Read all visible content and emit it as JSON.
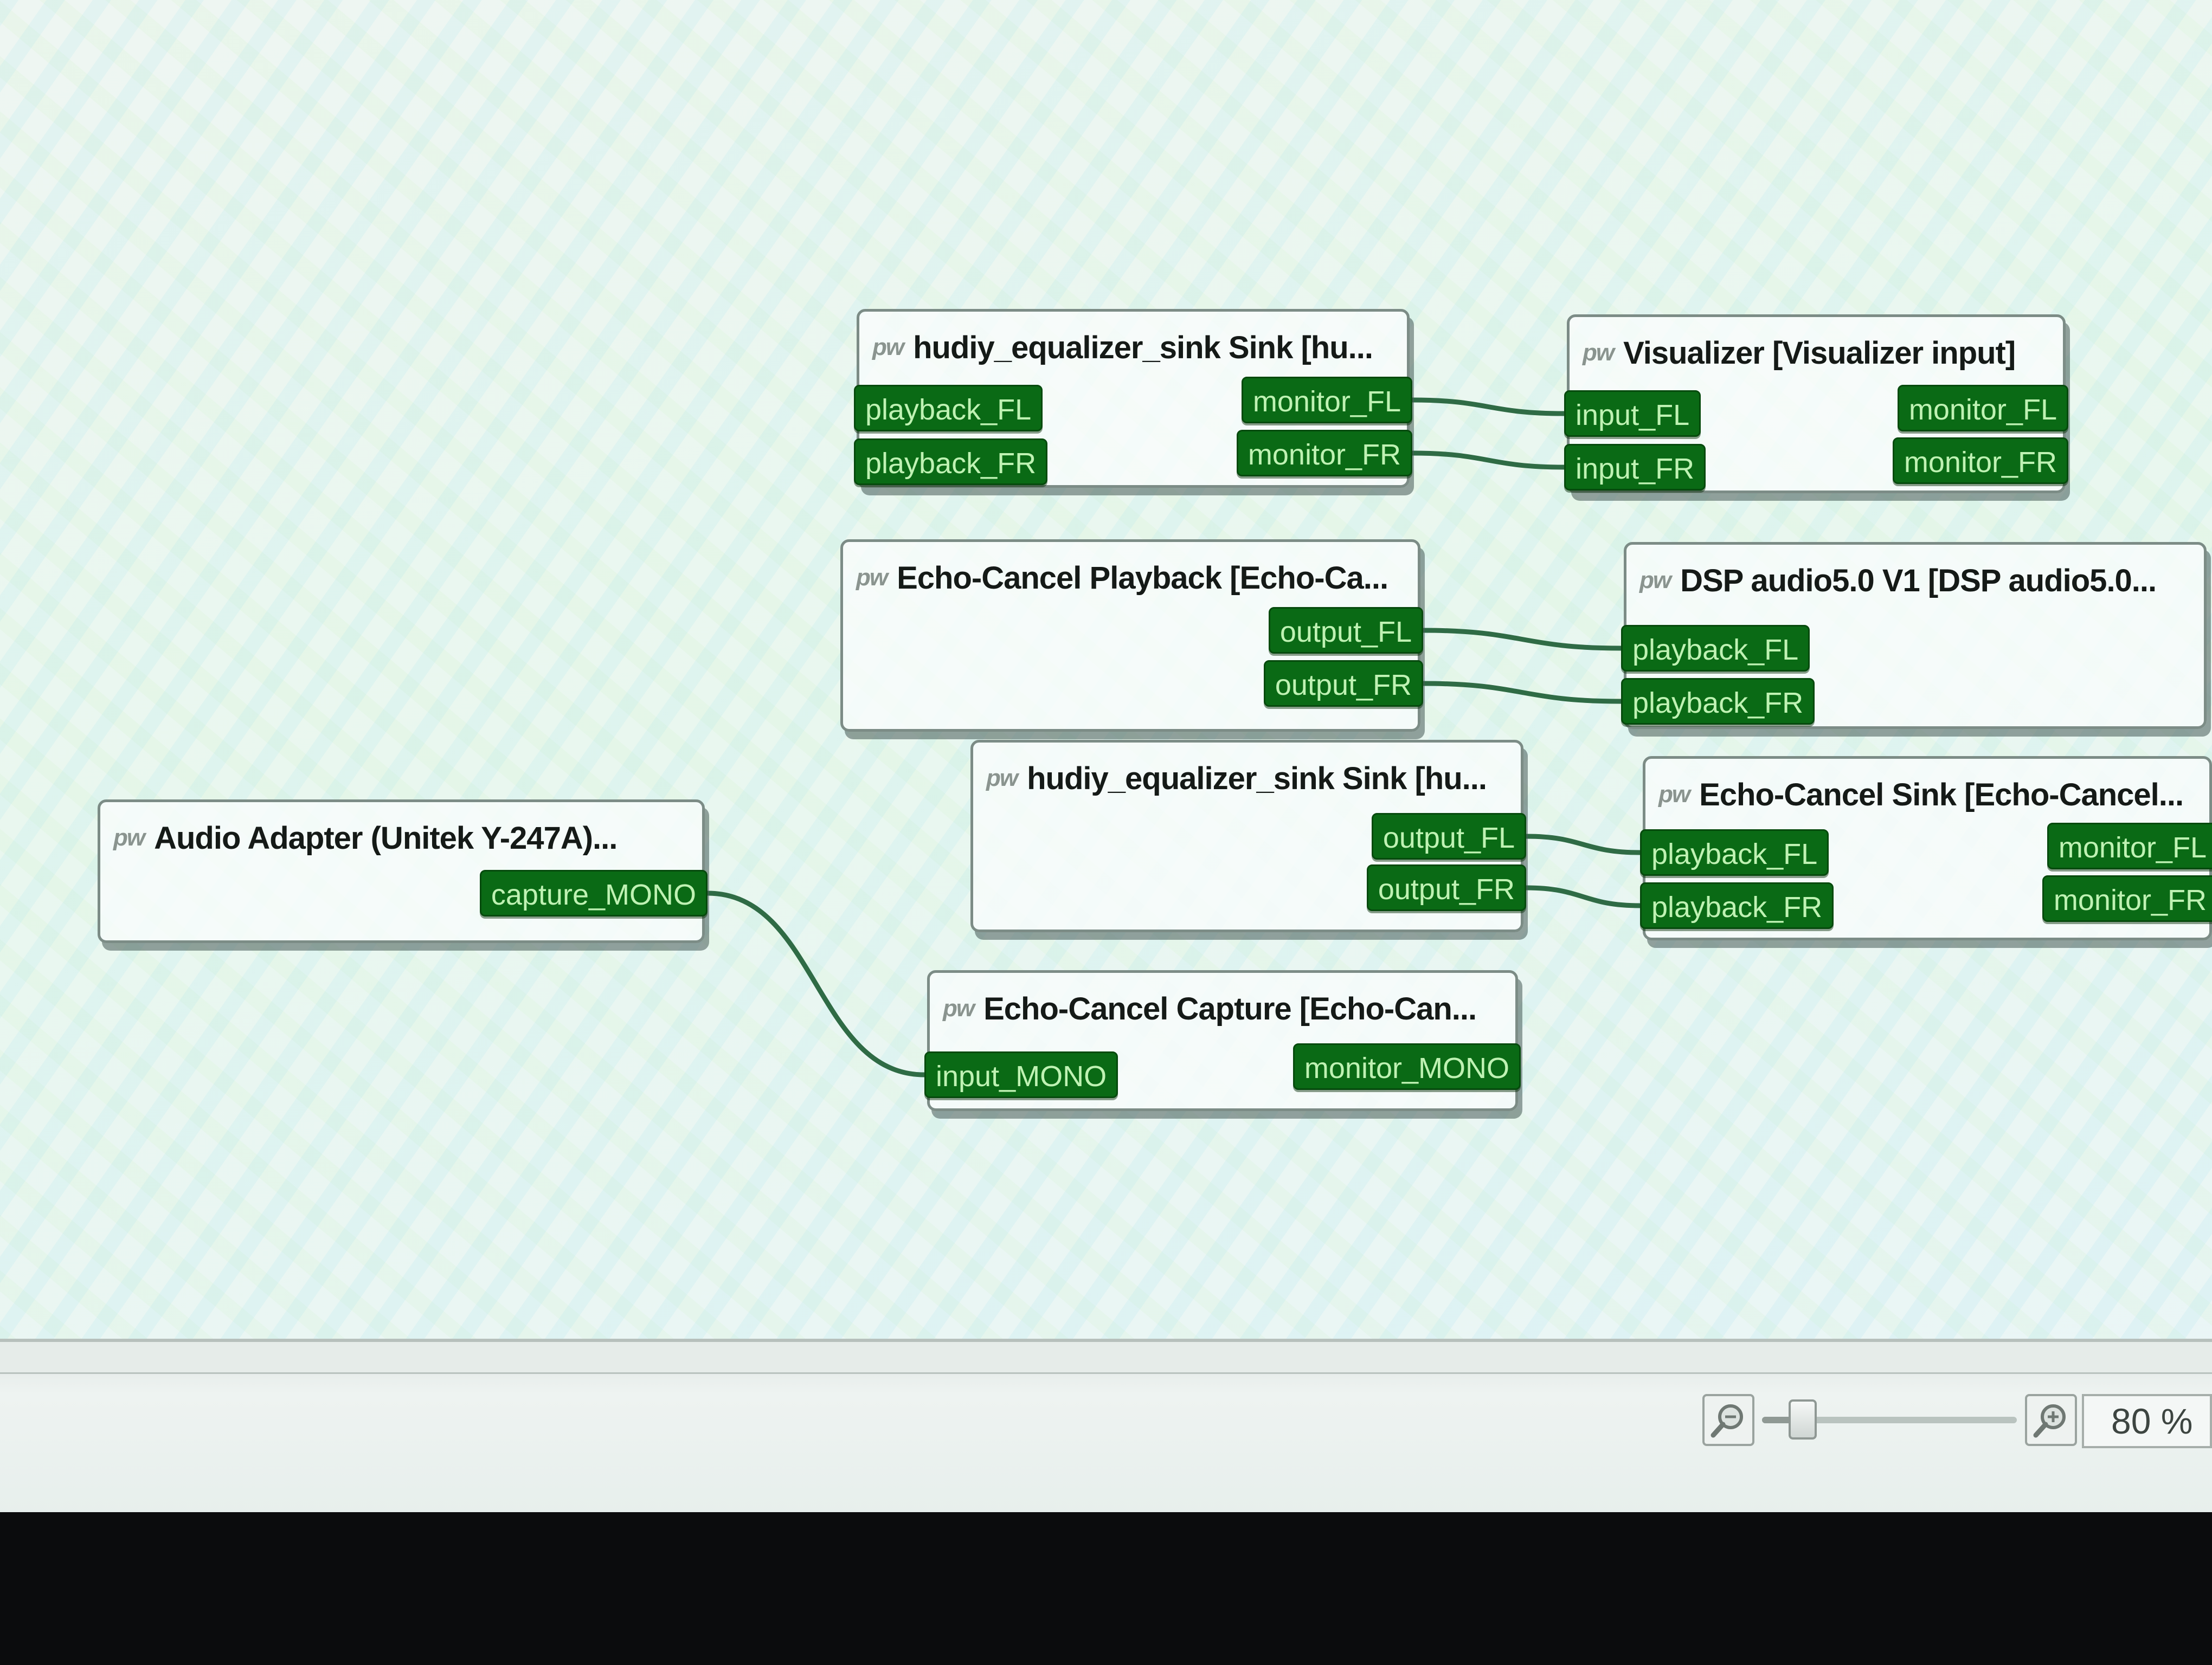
{
  "app": {
    "icon_badge": "pw",
    "colors": {
      "port_bg": "#0a6a15",
      "port_text": "#bff2b3",
      "wire": "#2f6b45",
      "node_border": "#7c8c86"
    }
  },
  "nodes": [
    {
      "title": "hudiy_equalizer_sink Sink [hu...",
      "inputs": [
        "playback_FL",
        "playback_FR"
      ],
      "outputs": [
        "monitor_FL",
        "monitor_FR"
      ]
    },
    {
      "title": "Visualizer [Visualizer input]",
      "inputs": [
        "input_FL",
        "input_FR"
      ],
      "outputs": [
        "monitor_FL",
        "monitor_FR"
      ]
    },
    {
      "title": "Echo-Cancel Playback [Echo-Ca...",
      "inputs": [],
      "outputs": [
        "output_FL",
        "output_FR"
      ]
    },
    {
      "title": "DSP audio5.0 V1 [DSP audio5.0...",
      "inputs": [
        "playback_FL",
        "playback_FR"
      ],
      "outputs": []
    },
    {
      "title": "hudiy_equalizer_sink Sink [hu...",
      "inputs": [],
      "outputs": [
        "output_FL",
        "output_FR"
      ]
    },
    {
      "title": "Echo-Cancel Sink [Echo-Cancel...",
      "inputs": [
        "playback_FL",
        "playback_FR"
      ],
      "outputs": [
        "monitor_FL",
        "monitor_FR"
      ]
    },
    {
      "title": "Audio Adapter (Unitek Y-247A)...",
      "inputs": [],
      "outputs": [
        "capture_MONO"
      ]
    },
    {
      "title": "Echo-Cancel Capture [Echo-Can...",
      "inputs": [
        "input_MONO"
      ],
      "outputs": [
        "monitor_MONO"
      ]
    }
  ],
  "links": [
    {
      "from_node": 0,
      "from_port": "monitor_FL",
      "to_node": 1,
      "to_port": "input_FL"
    },
    {
      "from_node": 0,
      "from_port": "monitor_FR",
      "to_node": 1,
      "to_port": "input_FR"
    },
    {
      "from_node": 2,
      "from_port": "output_FL",
      "to_node": 3,
      "to_port": "playback_FL"
    },
    {
      "from_node": 2,
      "from_port": "output_FR",
      "to_node": 3,
      "to_port": "playback_FR"
    },
    {
      "from_node": 4,
      "from_port": "output_FL",
      "to_node": 5,
      "to_port": "playback_FL"
    },
    {
      "from_node": 4,
      "from_port": "output_FR",
      "to_node": 5,
      "to_port": "playback_FR"
    },
    {
      "from_node": 6,
      "from_port": "capture_MONO",
      "to_node": 7,
      "to_port": "input_MONO"
    }
  ],
  "statusbar": {
    "zoom_percent": 80,
    "zoom_label": "80 %",
    "zoom_slider_fraction": 0.16,
    "zoom_out_icon": "zoom-out-icon",
    "zoom_in_icon": "zoom-in-icon"
  }
}
